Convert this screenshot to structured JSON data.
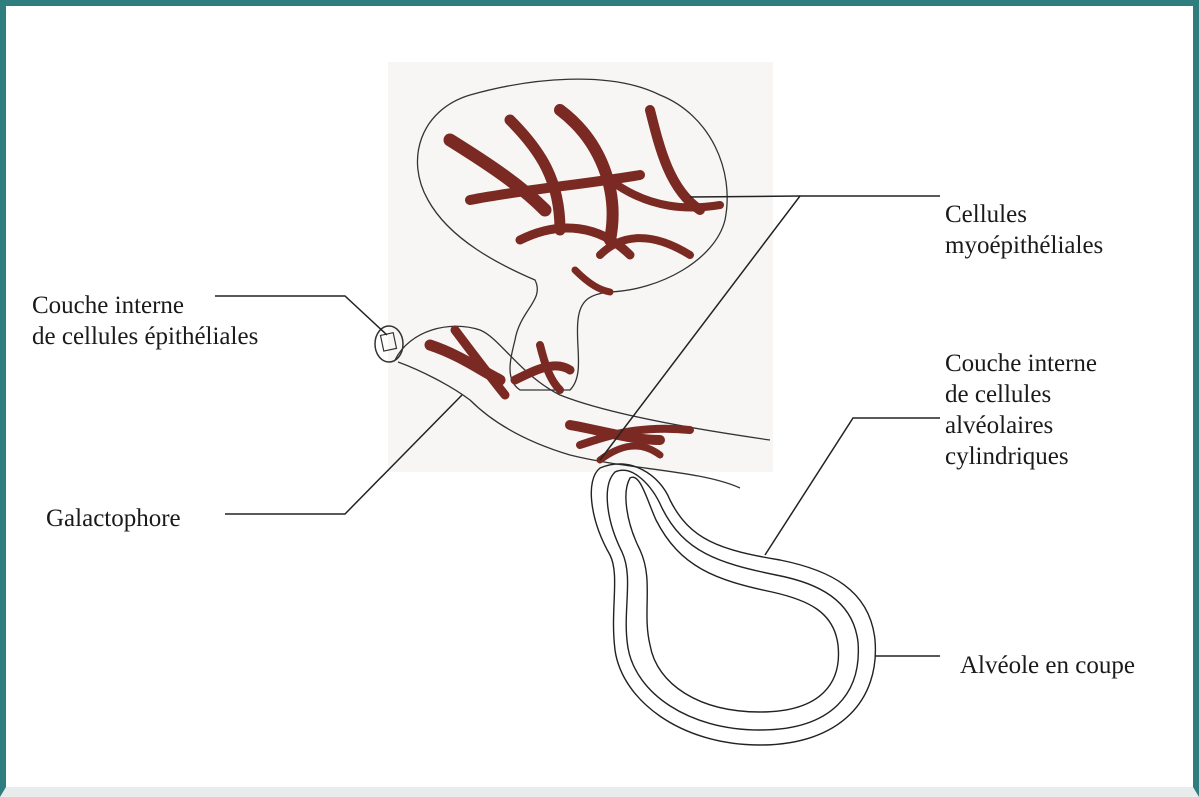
{
  "colors": {
    "frame": "#2f7d7e",
    "myoepithelial": "#7a2a22",
    "outline": "#222222"
  },
  "labels": {
    "myoepithelial": "Cellules\nmyoépithéliales",
    "epithelial_inner": "Couche interne\nde cellules épithéliales",
    "alveolar_inner": "Couche interne\nde cellules\nalvéolaires\ncylindriques",
    "galactophore": "Galactophore",
    "alveole_section": "Alvéole en coupe"
  }
}
